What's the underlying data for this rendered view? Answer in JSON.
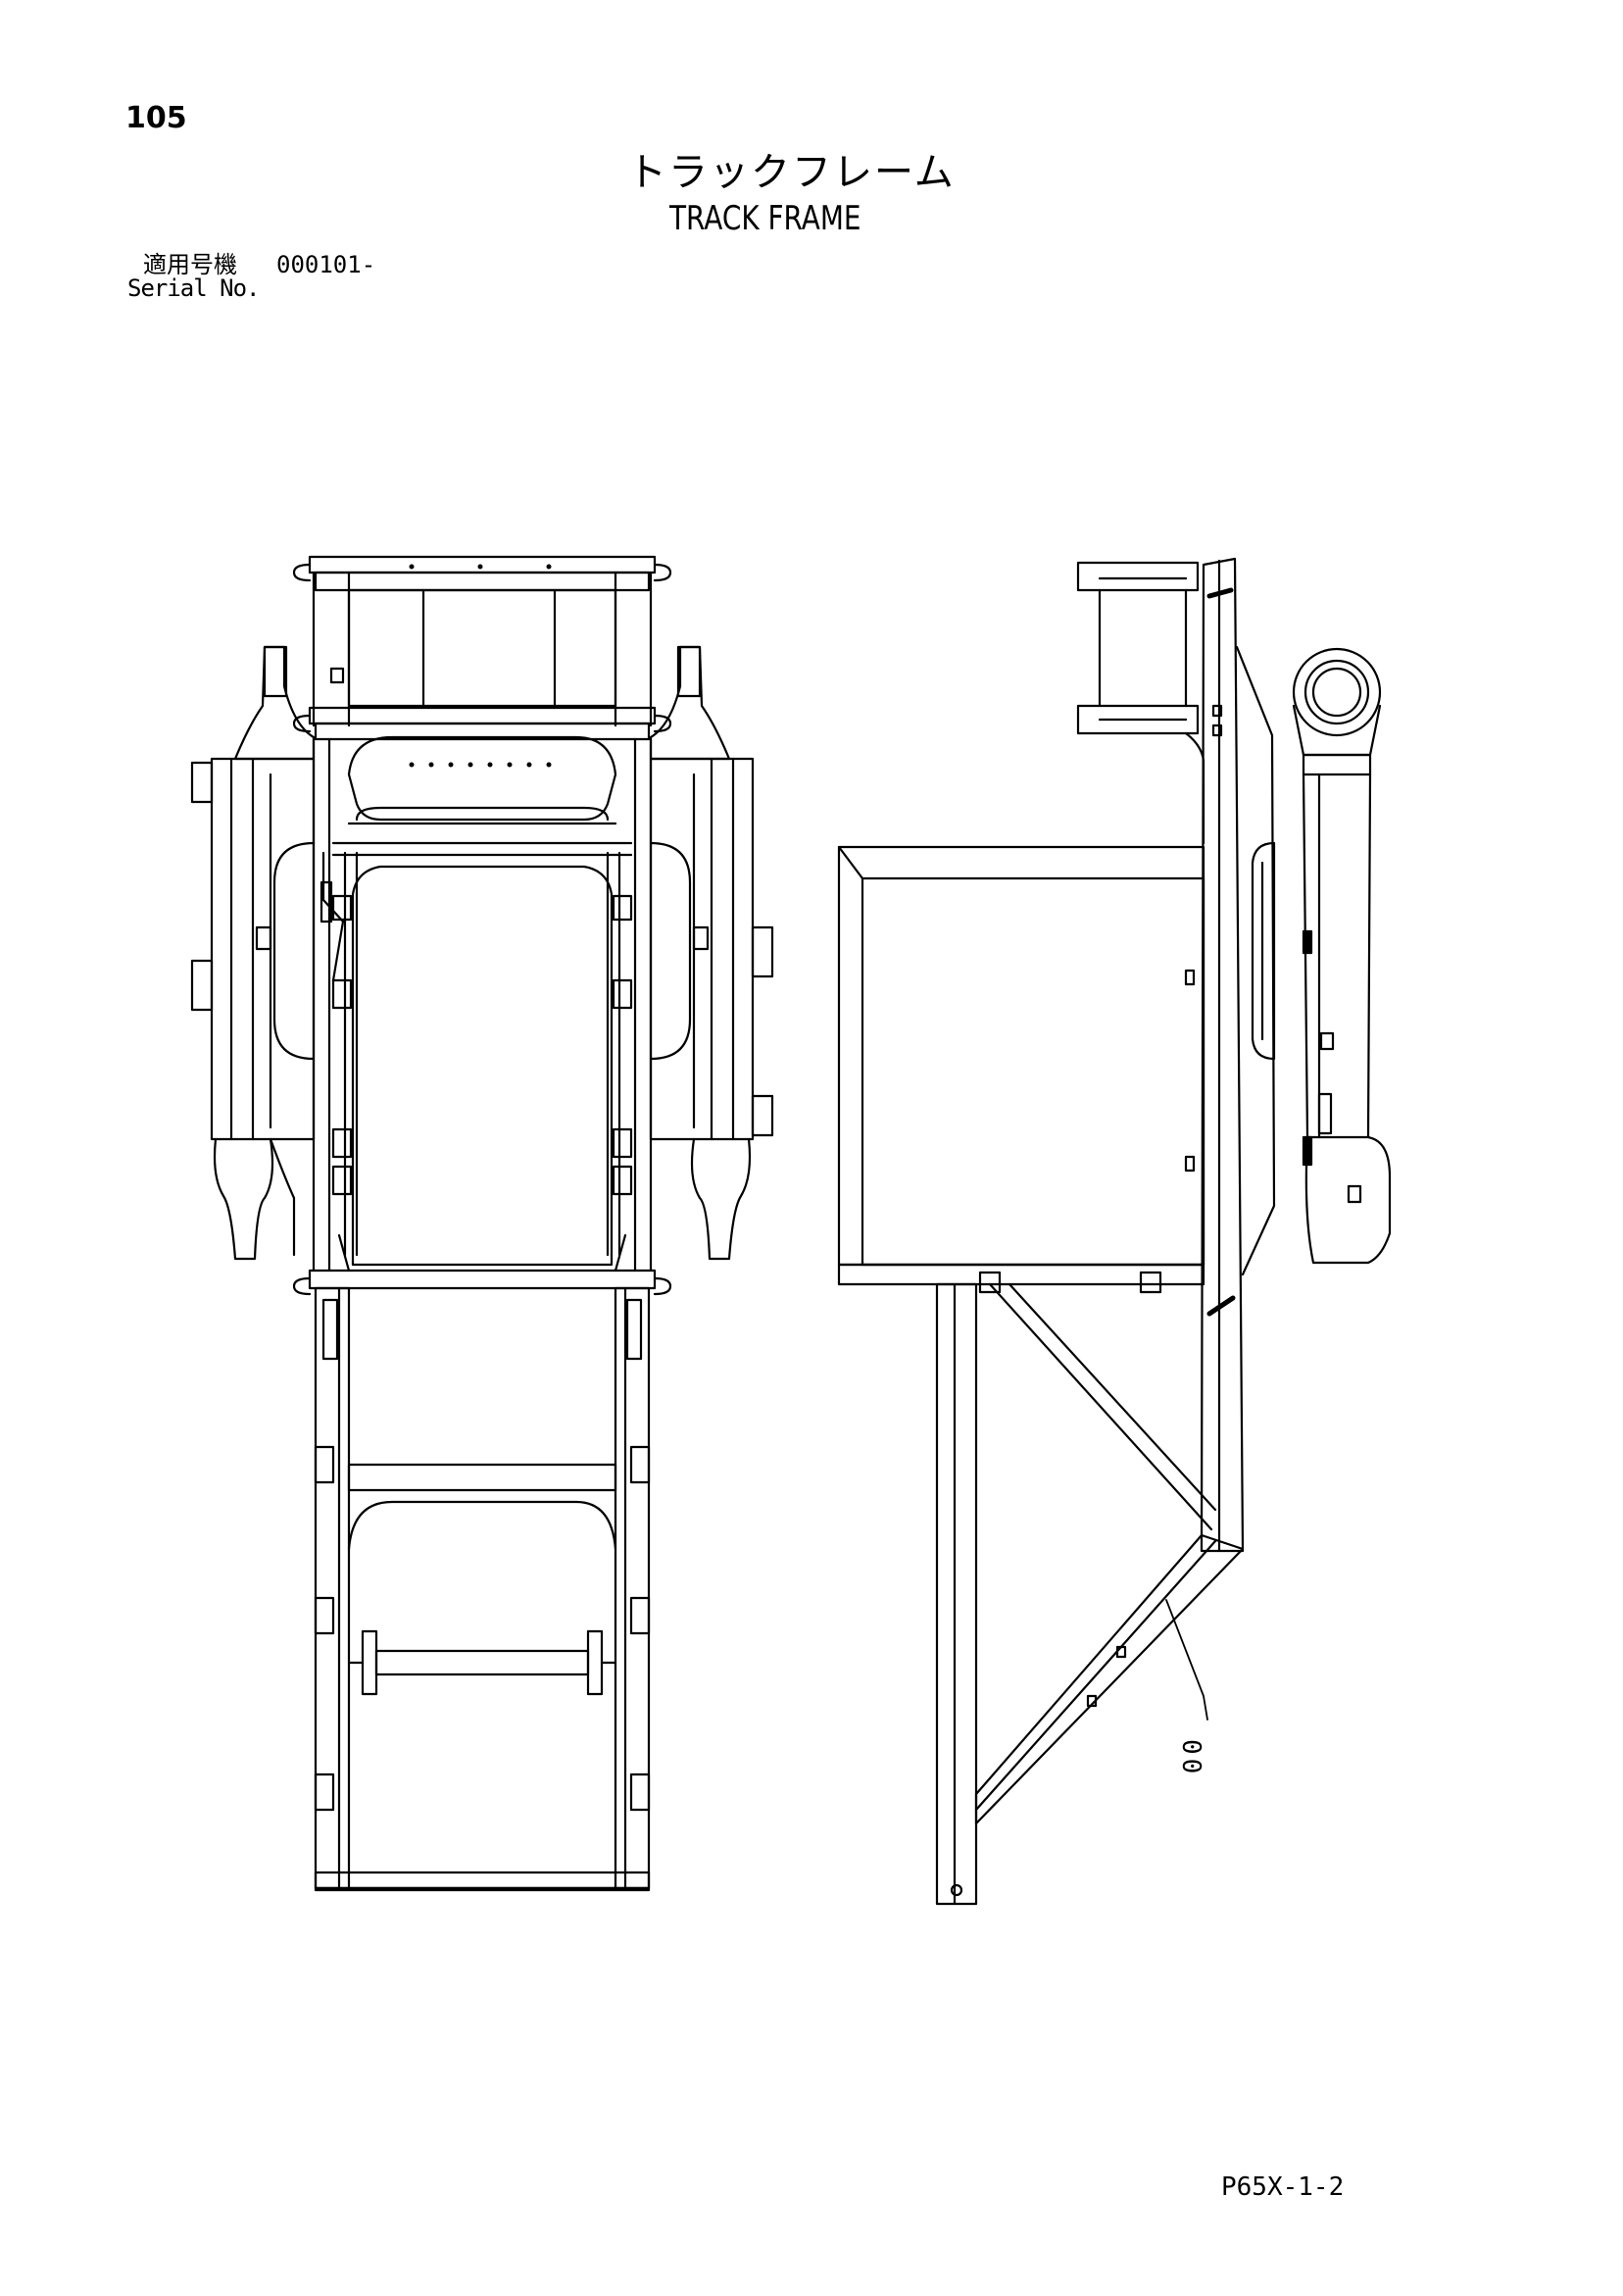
{
  "header": {
    "page_number": "105",
    "title_jp": "トラックフレーム",
    "title_en": "TRACK FRAME",
    "serial_label_jp": "適用号機",
    "serial_value": "000101-",
    "serial_label_en": "Serial No."
  },
  "drawing": {
    "callout_label": "00"
  },
  "footer": {
    "drawing_code": "P65X-1-2"
  }
}
